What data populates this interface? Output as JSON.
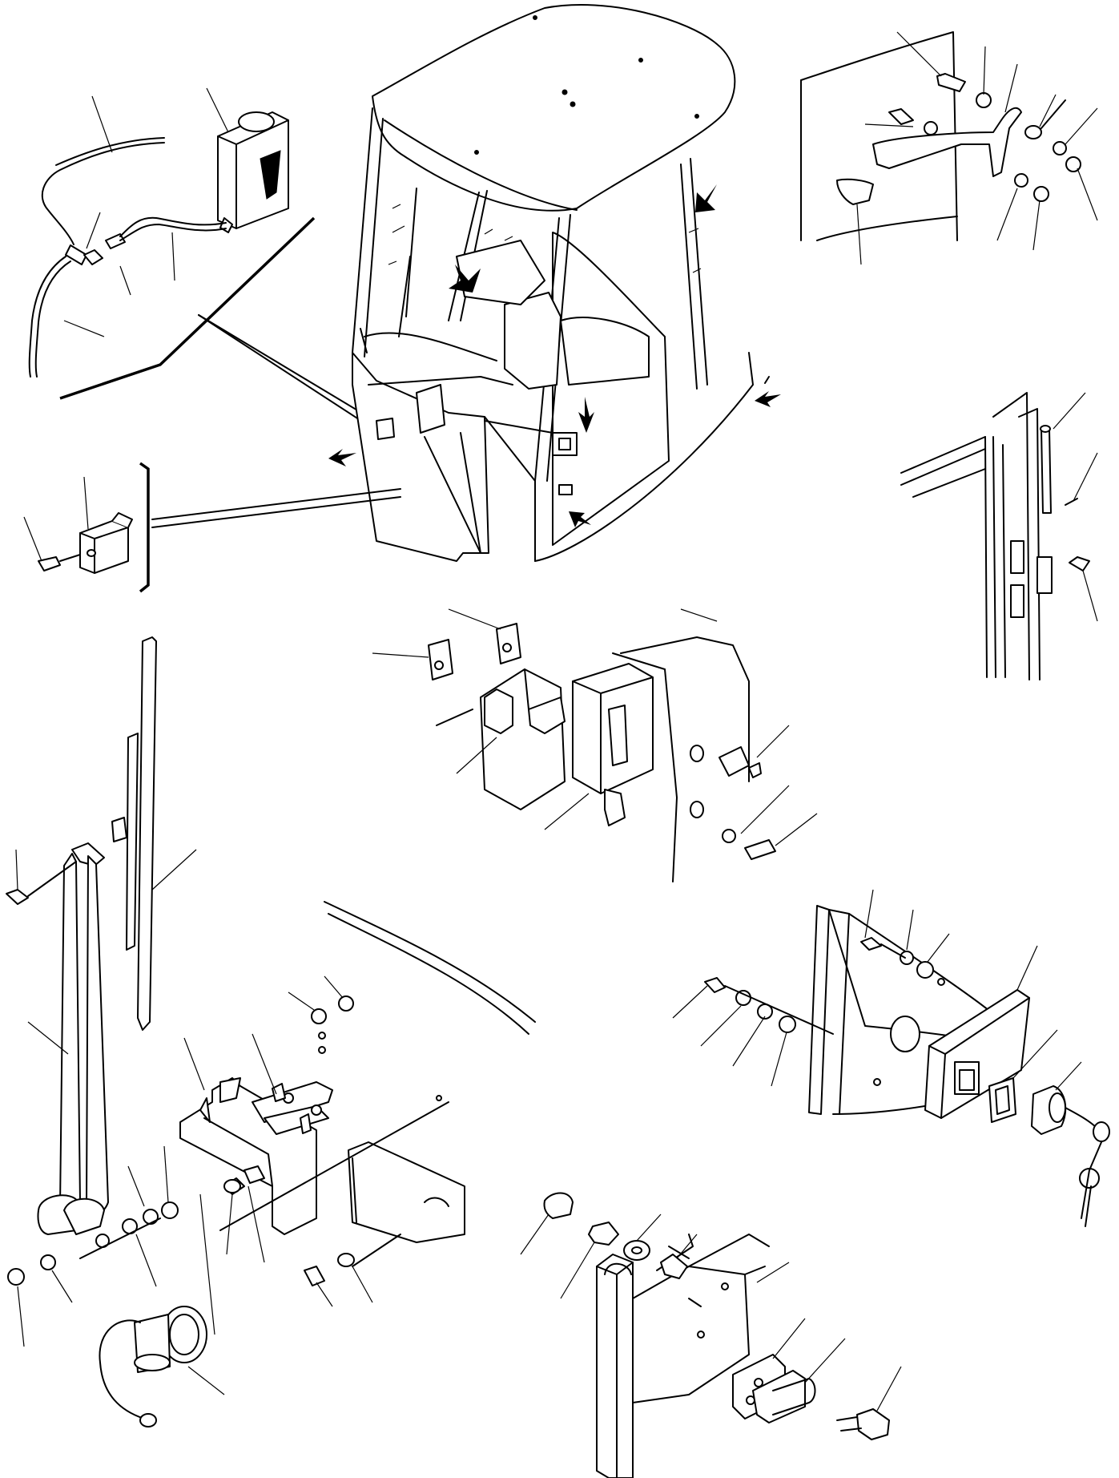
{
  "figure": {
    "type": "exploded parts diagram",
    "text": []
  },
  "callout_arrows": 8,
  "assemblies": [
    {
      "id": "washer-tank-hoses",
      "icon": "washer-tank"
    },
    {
      "id": "cab-body",
      "icon": "cab"
    },
    {
      "id": "door-latch-plate",
      "icon": "latch-plate"
    },
    {
      "id": "window-stay-bracket",
      "icon": "stay-bracket"
    },
    {
      "id": "door-hinge-pin",
      "icon": "hinge-pin"
    },
    {
      "id": "striker-catch",
      "icon": "striker"
    },
    {
      "id": "wiper-arm-blade",
      "icon": "wiper"
    },
    {
      "id": "wiper-motor-linkage",
      "icon": "wiper-motor"
    },
    {
      "id": "door-lock-cylinder",
      "icon": "lock-key"
    },
    {
      "id": "door-stop-post",
      "icon": "door-stop"
    }
  ]
}
